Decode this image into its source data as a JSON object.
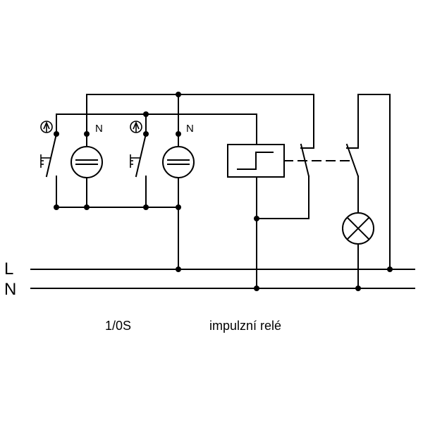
{
  "lines": {
    "phase_label": "L",
    "neutral_label": "N"
  },
  "lamp_neutral_labels": [
    "N",
    "N"
  ],
  "captions": {
    "left": "1/0S",
    "right": "impulzní relé"
  },
  "colors": {
    "ink": "#000000",
    "background": "#ffffff"
  }
}
